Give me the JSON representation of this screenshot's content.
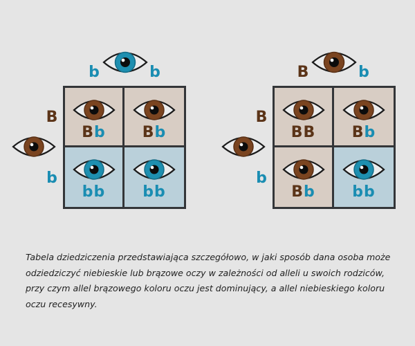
{
  "colors": {
    "background": "#e5e5e5",
    "brown_allele": "#5b3418",
    "blue_allele": "#1a8db2",
    "brown_cell": "#d8cdc4",
    "blue_cell": "#bad0da",
    "grid_line": "#333538",
    "brown_iris": "#7a4420",
    "blue_iris": "#1e8fb0"
  },
  "punnett_squares": [
    {
      "id": "left",
      "parent_top": {
        "eye_color": "blue",
        "alleles": [
          "b",
          "b"
        ]
      },
      "parent_side": {
        "eye_color": "brown",
        "alleles": [
          "B",
          "b"
        ]
      },
      "cells": [
        {
          "genotype": [
            "B",
            "b"
          ],
          "eye_color": "brown"
        },
        {
          "genotype": [
            "B",
            "b"
          ],
          "eye_color": "brown"
        },
        {
          "genotype": [
            "b",
            "b"
          ],
          "eye_color": "blue"
        },
        {
          "genotype": [
            "b",
            "b"
          ],
          "eye_color": "blue"
        }
      ]
    },
    {
      "id": "right",
      "parent_top": {
        "eye_color": "brown",
        "alleles": [
          "B",
          "b"
        ]
      },
      "parent_side": {
        "eye_color": "brown",
        "alleles": [
          "B",
          "b"
        ]
      },
      "cells": [
        {
          "genotype": [
            "B",
            "B"
          ],
          "eye_color": "brown"
        },
        {
          "genotype": [
            "B",
            "b"
          ],
          "eye_color": "brown"
        },
        {
          "genotype": [
            "B",
            "b"
          ],
          "eye_color": "brown"
        },
        {
          "genotype": [
            "b",
            "b"
          ],
          "eye_color": "blue"
        }
      ]
    }
  ],
  "caption": "Tabela dziedziczenia przedstawiająca szczegółowo, w jaki sposób dana osoba może odziedziczyć niebieskie lub brązowe oczy w zależności od alleli u swoich rodziców, przy czym allel brązowego koloru oczu jest dominujący, a allel niebieskiego koloru oczu recesywny."
}
